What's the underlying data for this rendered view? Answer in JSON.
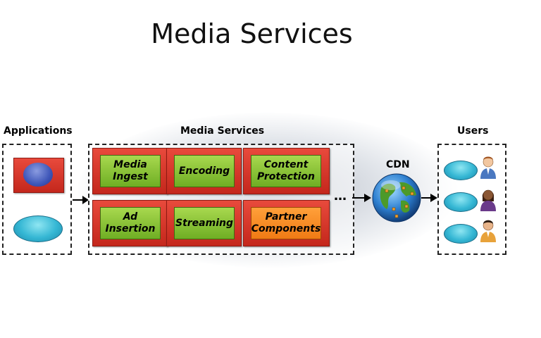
{
  "title": "Media Services",
  "groups": {
    "applications": "Applications",
    "media_services": "Media Services",
    "users": "Users"
  },
  "cdn_label": "CDN",
  "services": [
    {
      "label": "Media\nIngest",
      "color": "green"
    },
    {
      "label": "Encoding",
      "color": "green"
    },
    {
      "label": "Content\nProtection",
      "color": "green"
    },
    {
      "label": "Ad\nInsertion",
      "color": "green"
    },
    {
      "label": "Streaming",
      "color": "green"
    },
    {
      "label": "Partner\nComponents",
      "color": "orange"
    }
  ],
  "ellipsis": "…",
  "colors": {
    "tile_red": "#d8362a",
    "box_green": "#8cc63f",
    "box_orange": "#f7901e",
    "oval_cyan": "#35b7d4"
  },
  "icons": [
    "media-ingest-app-icon",
    "app-oval-icon",
    "globe-cdn-icon",
    "user-person-icon"
  ]
}
